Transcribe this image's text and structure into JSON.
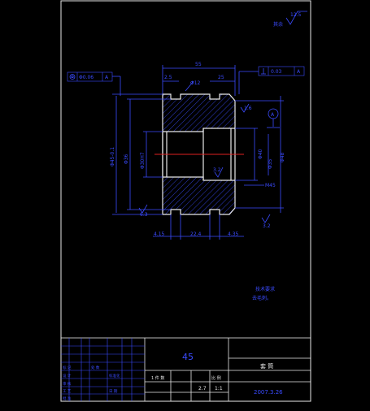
{
  "surface_finish": {
    "corner_value": "12.5",
    "corner_mark": "其余"
  },
  "dims": {
    "overall_length": "55",
    "left_groove": "2.5",
    "chamfer": "Φ12",
    "right_part": "25",
    "roughness_top": "1.6",
    "perpendicular_tol": "0.03",
    "perpendicular_datum": "A",
    "concentric_tol": "Φ0.06",
    "concentric_datum": "A",
    "datum_marker": "A",
    "dia_outer_left": "Φ45-0.1",
    "dia_body": "Φ36",
    "dia_bore": "Φ30H7",
    "dia_inner_right": "Φ40",
    "dia_right": "Φ35",
    "dia_outer_right": "Φ48",
    "roughness_bore": "3.2",
    "thread": "M45",
    "roughness_bl": "6.3",
    "roughness_br": "3.2",
    "bottom_left": "4.15",
    "bottom_mid": "22.4",
    "bottom_right": "4.35",
    "note_1": "技术要求",
    "note_2": "去毛刺。"
  },
  "title_block": {
    "material": "45",
    "part_name": "套 筒",
    "scale_label": "比 例",
    "scale": "1:1",
    "date": "2007.3.26",
    "weight": "2.7",
    "qty_label": "1 件 数",
    "rows_left": [
      "标 记",
      "设 计",
      "审 核",
      "工 艺",
      "批 准"
    ],
    "rows_mid": [
      "处 数",
      "标准化",
      "日 期"
    ]
  }
}
